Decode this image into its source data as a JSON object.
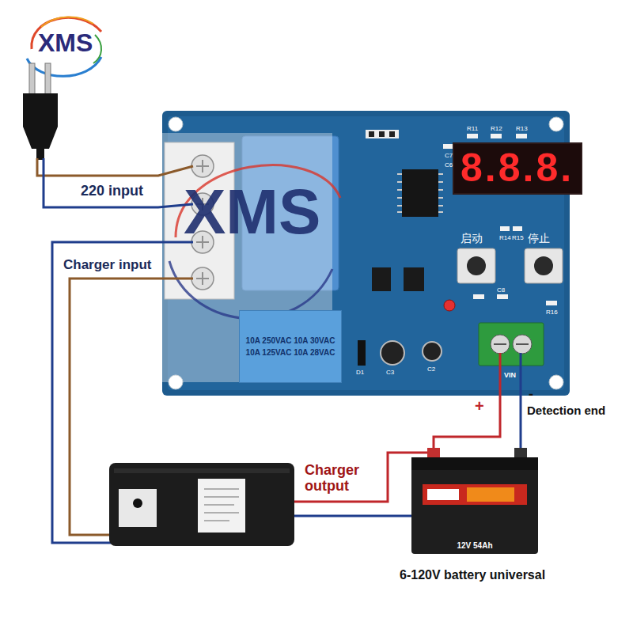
{
  "diagram": {
    "nodes": [
      {
        "text": [
          "8.8.8."
        ]
      },
      {
        "text": [
          "10A 250VAC 10A 30VAC",
          "10A 125VAC 10A 28VAC"
        ]
      },
      {
        "text": [
          "12V 54Ah"
        ]
      }
    ],
    "labels": [
      "XMS",
      "XMS",
      "220 input",
      "Charger input",
      "R11",
      "R12",
      "R13",
      "C7",
      "C6",
      "启动",
      "停止",
      "R14",
      "R15",
      "C8",
      "R16",
      "D1",
      "C3",
      "C2",
      "VIN",
      "+",
      "-",
      "Detection end",
      "Charger output",
      "6-120V battery universal"
    ]
  }
}
